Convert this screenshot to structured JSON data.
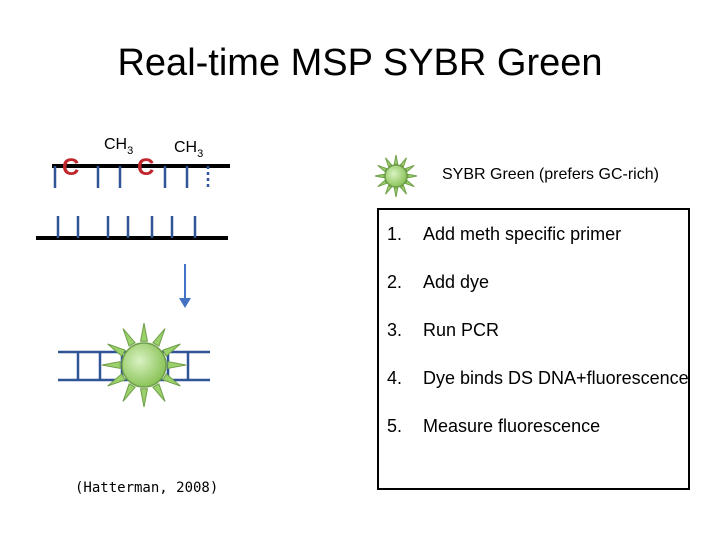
{
  "title": "Real-time MSP SYBR Green",
  "molecule": {
    "methyl_c_1": "C",
    "methyl_c_2": "C",
    "ch3_1": "CH",
    "ch3_1_sub": "3",
    "ch3_2": "CH",
    "ch3_2_sub": "3"
  },
  "legend": {
    "label": "SYBR Green (prefers GC-rich)",
    "icon": "sun-icon",
    "color": "#9bd16a"
  },
  "steps": [
    {
      "num": "1.",
      "text": "Add meth specific primer"
    },
    {
      "num": "2.",
      "text": "Add dye"
    },
    {
      "num": "3.",
      "text": "Run PCR"
    },
    {
      "num": "4.",
      "text": "Dye binds DS DNA+fluorescence"
    },
    {
      "num": "5.",
      "text": "Measure fluorescence"
    }
  ],
  "citation": "(Hatterman, 2008)",
  "colors": {
    "strand_dark": "#000000",
    "strand_blue": "#2f5597",
    "dye_fill": "#9bd16a",
    "dye_stroke": "#6f9f4a",
    "methyl_c": "#c0272d"
  }
}
